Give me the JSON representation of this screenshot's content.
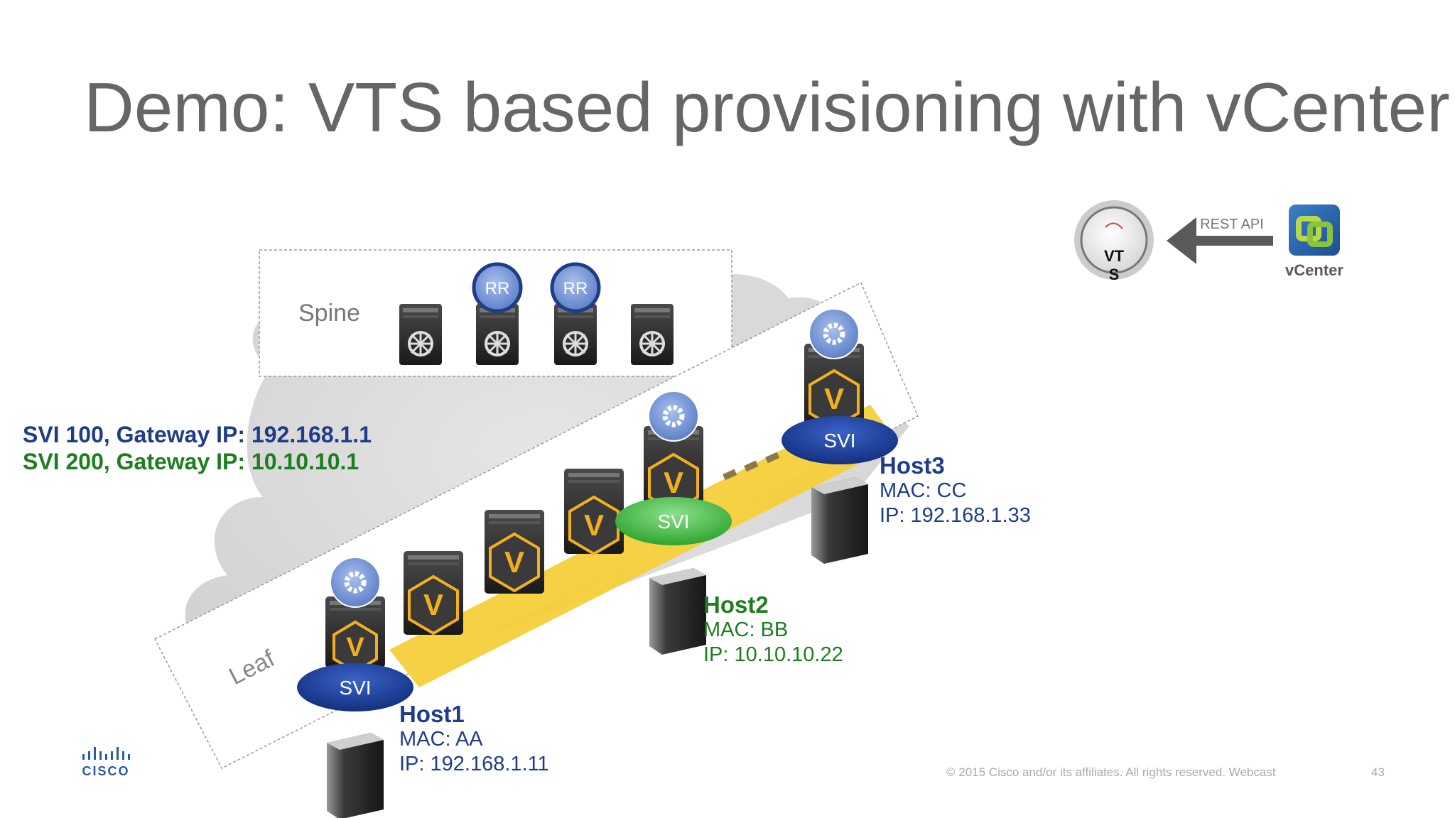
{
  "slide": {
    "title": "Demo: VTS based provisioning with vCenter",
    "footer": "© 2015  Cisco and/or its affiliates. All rights reserved.  Webcast",
    "page_number": "43",
    "logo_text": "CISCO"
  },
  "spine": {
    "label": "Spine",
    "rr_label": "RR"
  },
  "leaf": {
    "label": "Leaf",
    "vtep_label": "V",
    "svi_label": "SVI"
  },
  "controller": {
    "vts_label_line1": "VT",
    "vts_label_line2": "S",
    "api_label": "REST API",
    "vcenter_label": "vCenter"
  },
  "svi_info": [
    {
      "text": "SVI 100, Gateway IP: 192.168.1.1",
      "color": "#1f3c88"
    },
    {
      "text": "SVI 200, Gateway IP: 10.10.10.1",
      "color": "#1e7d1e"
    }
  ],
  "hosts": [
    {
      "name": "Host1",
      "mac": "MAC: AA",
      "ip": "IP: 192.168.1.11",
      "color": "#1f3c88"
    },
    {
      "name": "Host2",
      "mac": "MAC: BB",
      "ip": "IP: 10.10.10.22",
      "color": "#1e7d1e"
    },
    {
      "name": "Host3",
      "mac": "MAC: CC",
      "ip": "IP: 192.168.1.33",
      "color": "#1f3c88"
    }
  ],
  "colors": {
    "blue_svi": "#1a3a9a",
    "green_svi": "#3cb83c",
    "fabric_yellow": "#f5cf3a",
    "vtep_orange": "#f2b01e",
    "switch_dark": "#2a2a2a",
    "badge_blue": "#7b9cd9"
  }
}
